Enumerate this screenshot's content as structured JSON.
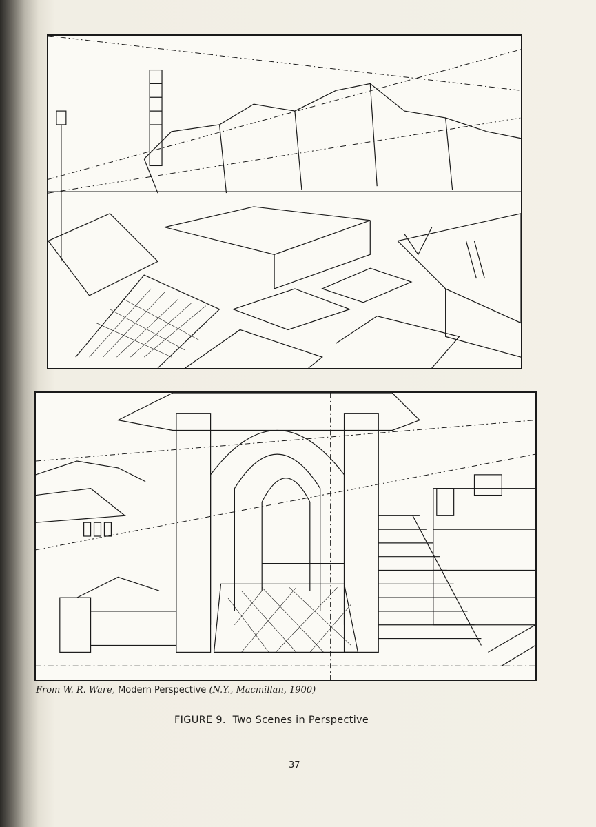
{
  "figure": {
    "source_prefix": "From W. R. Ware,",
    "source_title": "Modern Perspective",
    "source_details": "(N.Y., Macmillan, 1900)",
    "caption": "FIGURE 9.  Two Scenes in Perspective"
  },
  "page_number": "37"
}
